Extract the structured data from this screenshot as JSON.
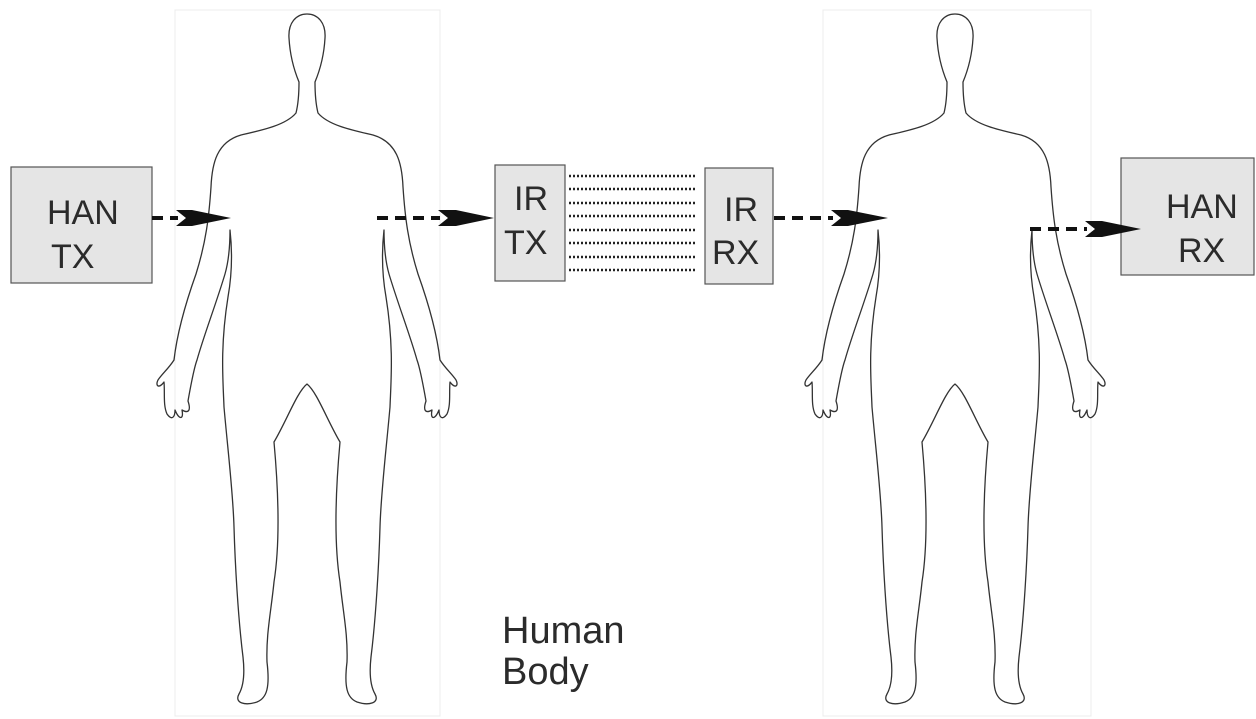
{
  "boxes": {
    "han_tx": {
      "line1": "HAN",
      "line2": "TX"
    },
    "ir_tx": {
      "line1": "IR",
      "line2": "TX"
    },
    "ir_rx": {
      "line1": "IR",
      "line2": "RX"
    },
    "han_rx": {
      "line1": "HAN",
      "line2": "RX"
    }
  },
  "caption": {
    "line1": "Human",
    "line2": "Body"
  },
  "colors": {
    "box_fill": "#e5e5e5",
    "arrow": "#111111",
    "outline": "#333333"
  }
}
